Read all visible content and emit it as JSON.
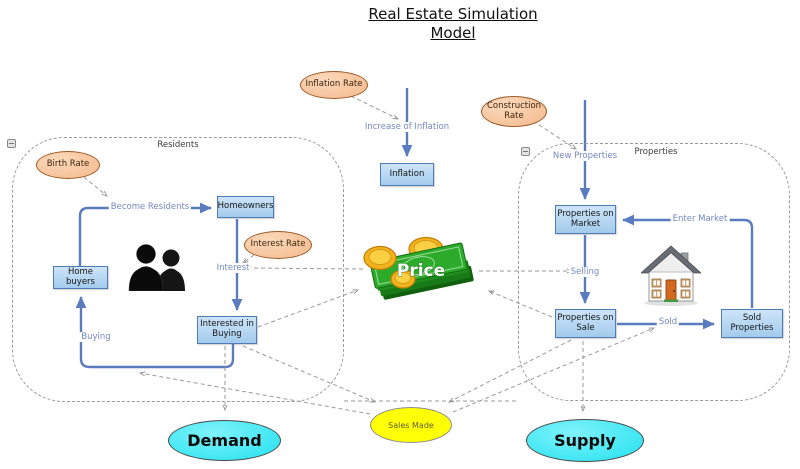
{
  "title": {
    "line1": "Real Estate Simulation",
    "line2": "Model"
  },
  "groups": {
    "residents": {
      "label": "Residents"
    },
    "properties": {
      "label": "Properties"
    }
  },
  "stocks": {
    "inflation": {
      "label": "Inflation"
    },
    "homeowners": {
      "label": "Homeowners"
    },
    "home_buyers": {
      "label": "Home buyers"
    },
    "interested_in_buying": {
      "label": "Interested in Buying"
    },
    "properties_on_market": {
      "label": "Properties on Market"
    },
    "properties_on_sale": {
      "label": "Properties on Sale"
    },
    "sold_properties": {
      "label": "Sold Properties"
    }
  },
  "rates": {
    "inflation_rate": {
      "label": "Inflation Rate"
    },
    "construction_rate": {
      "label": "Construction Rate"
    },
    "birth_rate": {
      "label": "Birth Rate"
    },
    "interest_rate": {
      "label": "Interest Rate"
    }
  },
  "flows": {
    "increase_of_inflation": {
      "label": "Increase of Inflation"
    },
    "new_properties": {
      "label": "New Properties"
    },
    "become_residents": {
      "label": "Become Residents"
    },
    "interest": {
      "label": "Interest"
    },
    "buying": {
      "label": "Buying"
    },
    "selling": {
      "label": "Selling"
    },
    "sold": {
      "label": "Sold"
    },
    "enter_market": {
      "label": "Enter Market"
    }
  },
  "results": {
    "demand": {
      "label": "Demand"
    },
    "supply": {
      "label": "Supply"
    },
    "sales_made": {
      "label": "Sales Made"
    }
  },
  "price": {
    "label": "Price"
  },
  "icons": {
    "people": "two-people-silhouette",
    "house": "house",
    "money": "banknotes-and-coins",
    "collapse": "collapse-box"
  },
  "colors": {
    "flow_arrow": "#5a7cbe",
    "flow_label": "#7488c4",
    "stock_fill": "#b4d5f1",
    "stock_border": "#4e7cb8",
    "rate_fill": "#f6c49e",
    "rate_border": "#9c5a28",
    "result_fill": "#2ae4f0",
    "sales_fill": "#ffff05",
    "dashed_line": "#9a9a9a"
  }
}
